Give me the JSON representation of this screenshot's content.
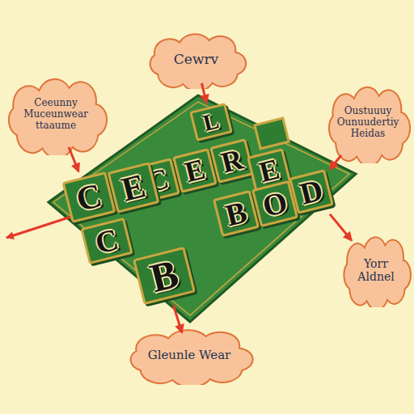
{
  "diagram": {
    "nodes": [
      {
        "text": [
          "Cewrv"
        ]
      },
      {
        "text": [
          "Ceeunny Muceunwear ttaaume"
        ]
      },
      {
        "text": [
          "Oustuuuy Ounuudertiy Heidas"
        ]
      },
      {
        "text": [
          "L"
        ]
      },
      {
        "text": [
          "C"
        ]
      },
      {
        "text": [
          "E"
        ]
      },
      {
        "text": [
          "R"
        ]
      },
      {
        "text": [
          "E"
        ]
      },
      {
        "text": [
          "C"
        ]
      },
      {
        "text": [
          "E"
        ]
      },
      {
        "text": [
          "B"
        ]
      },
      {
        "text": [
          "O"
        ]
      },
      {
        "text": [
          "D"
        ]
      },
      {
        "text": [
          "C"
        ]
      },
      {
        "text": [
          "B"
        ]
      },
      {
        "text": [
          "Yorr Aldnel"
        ]
      },
      {
        "text": [
          "Gleunle Wear"
        ]
      }
    ],
    "edges": [
      {
        "from": 0,
        "to": 3,
        "arrow": "to"
      },
      {
        "from": 1,
        "to": 8,
        "arrow": "to"
      },
      {
        "from": 2,
        "to": 12,
        "arrow": "to"
      },
      {
        "from": 12,
        "to": 15,
        "arrow": "to"
      },
      {
        "from": 14,
        "to": 16,
        "arrow": "to"
      }
    ]
  }
}
